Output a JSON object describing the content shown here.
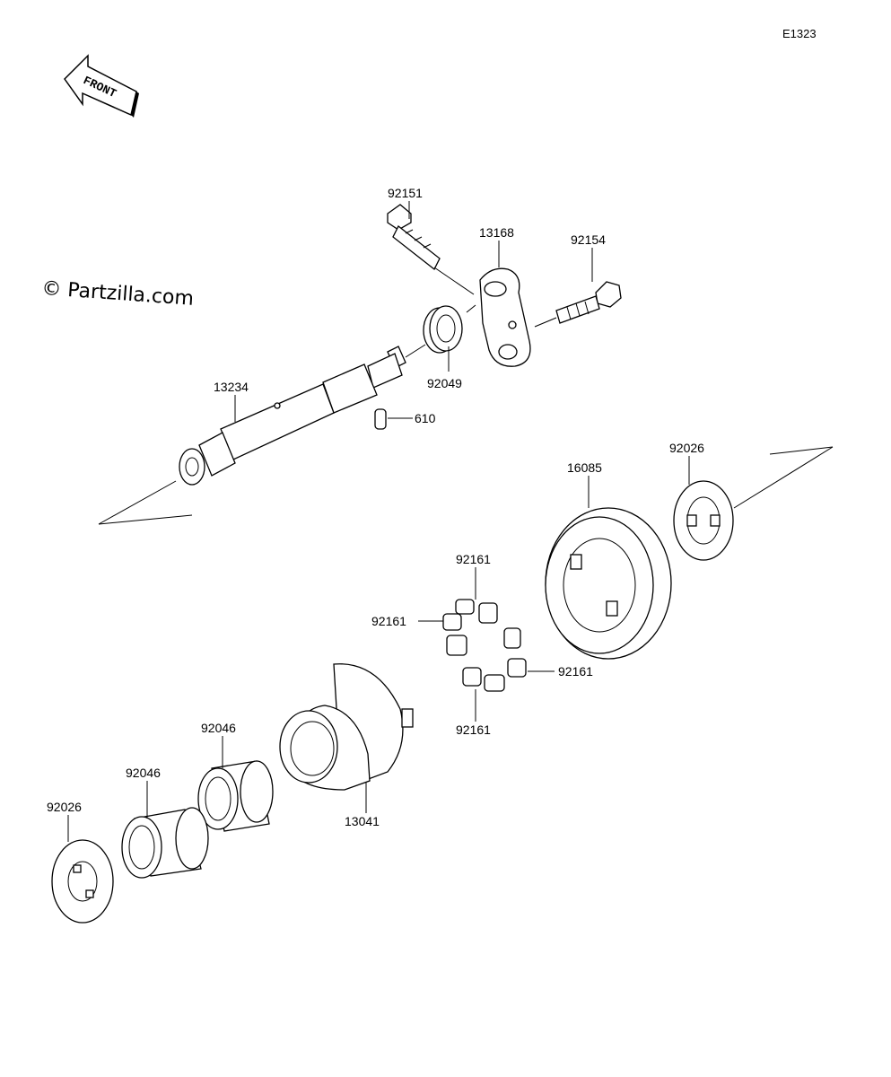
{
  "diagram_code": "E1323",
  "front_arrow_label": "FRONT",
  "watermark": "© Partzilla.com",
  "labels": {
    "p92151": "92151",
    "p13168": "13168",
    "p92154": "92154",
    "p92049": "92049",
    "p13234": "13234",
    "p610": "610",
    "p16085": "16085",
    "p92026_top": "92026",
    "p92161_top": "92161",
    "p92161_left": "92161",
    "p92161_right": "92161",
    "p92161_bottom": "92161",
    "p92046_upper": "92046",
    "p92046_lower": "92046",
    "p13041": "13041",
    "p92026_bottom": "92026"
  }
}
